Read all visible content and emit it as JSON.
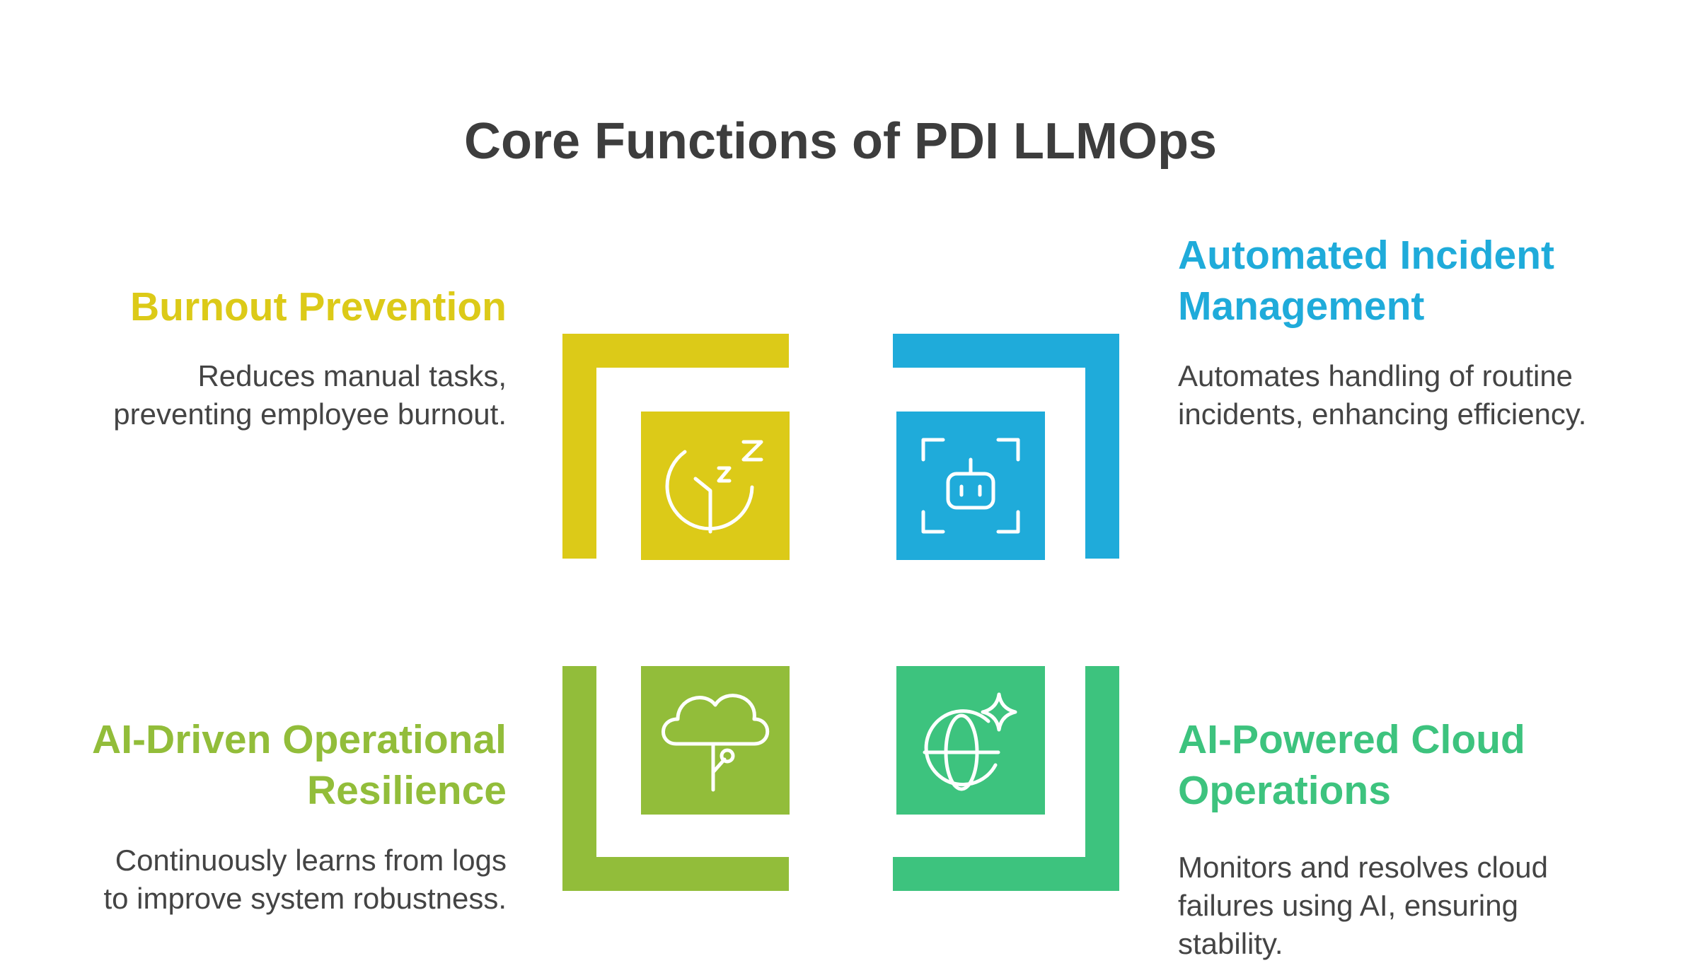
{
  "title": "Core Functions of PDI LLMOps",
  "colors": {
    "yellow": "#dcca18",
    "blue": "#1fabda",
    "lime": "#92bd3a",
    "green": "#3dc37e",
    "text": "#444444",
    "title": "#3d3d3d"
  },
  "quadrants": {
    "burnout": {
      "title": "Burnout Prevention",
      "description": "Reduces manual tasks,\npreventing employee burnout.",
      "icon": "sleep-clock-icon"
    },
    "incident": {
      "title": "Automated Incident\nManagement",
      "description": "Automates handling of routine\nincidents, enhancing efficiency.",
      "icon": "robot-scan-icon"
    },
    "resilience": {
      "title": "AI-Driven Operational\nResilience",
      "description": "Continuously learns from logs\nto improve system robustness.",
      "icon": "cloud-tree-icon"
    },
    "cloud": {
      "title": "AI-Powered Cloud\nOperations",
      "description": "Monitors and resolves cloud\nfailures using AI, ensuring\nstability.",
      "icon": "globe-sparkle-icon"
    }
  }
}
